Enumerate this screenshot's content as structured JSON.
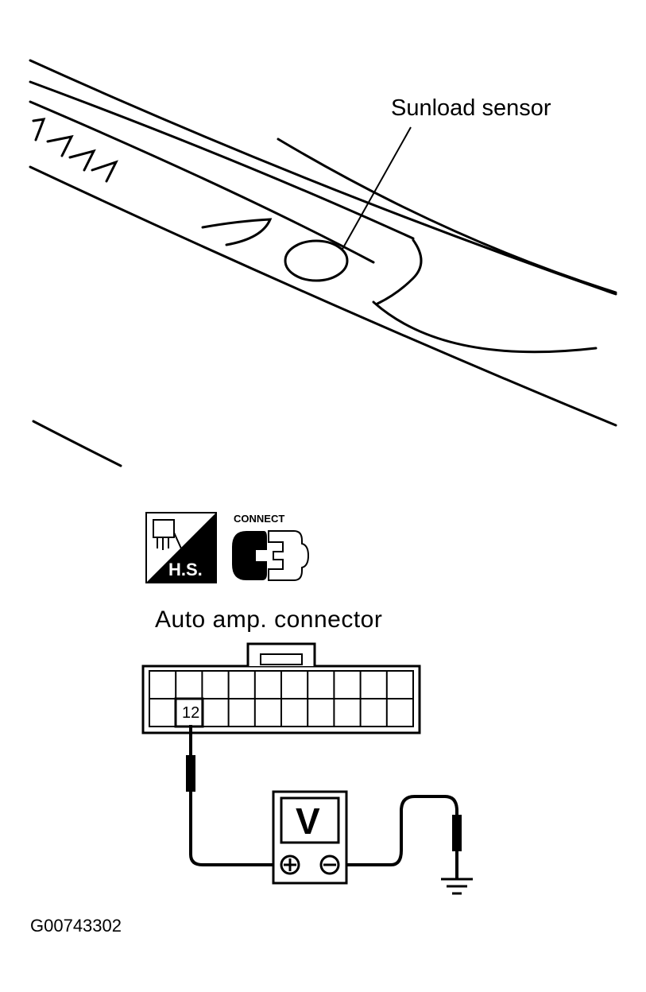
{
  "sensor_view": {
    "callout": "Sunload sensor"
  },
  "icons": {
    "harness_side": {
      "name": "harness-side-icon",
      "text": "H.S."
    },
    "connect": {
      "name": "connect-icon",
      "text": "CONNECT"
    }
  },
  "connector": {
    "title": "Auto amp. connector",
    "pin": "12",
    "rows": 2,
    "columns": 10
  },
  "meter": {
    "symbol": "V",
    "plus_icon": "plus-terminal-icon",
    "minus_icon": "minus-terminal-icon"
  },
  "ground_icon": "ground-icon",
  "figure": {
    "id": "G00743302"
  }
}
